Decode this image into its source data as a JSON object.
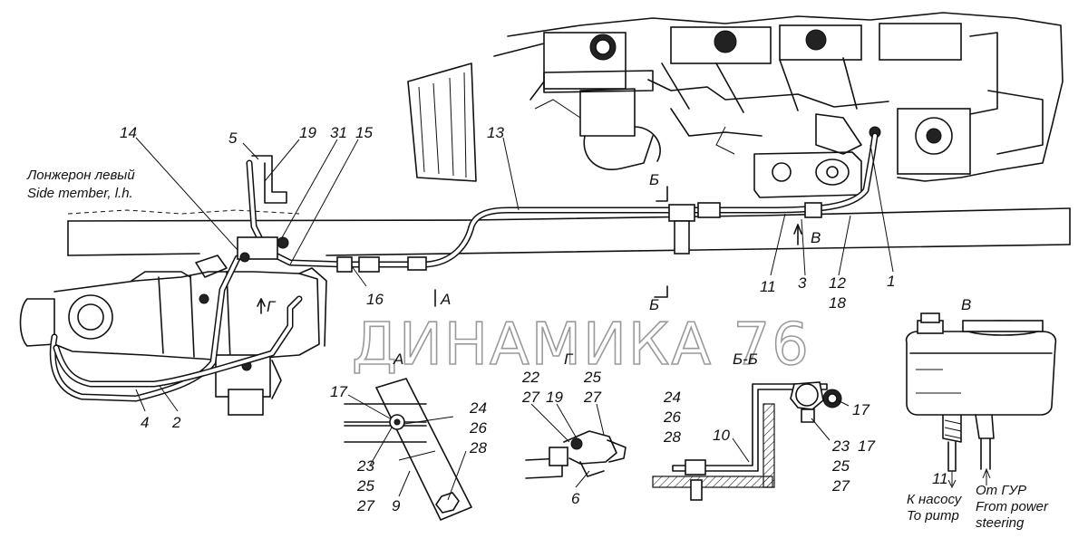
{
  "callouts": {
    "c14": "14",
    "c5": "5",
    "c19": "19",
    "c31": "31",
    "c15": "15",
    "c13": "13",
    "c16": "16",
    "c11": "11",
    "c3": "3",
    "c12": "12",
    "c18": "18",
    "c1": "1",
    "c4": "4",
    "c2": "2"
  },
  "side_member": {
    "ru": "Лонжерон левый",
    "en": "Side member, l.h."
  },
  "section_marks": {
    "b_top": "Б",
    "v_arrow": "В",
    "a_arrow": "А",
    "g_arrow": "Г",
    "b_bottom": "Б"
  },
  "watermark": "ДИНАМИКА 76",
  "view_a": {
    "title": "А",
    "labels": [
      "17",
      "23",
      "25",
      "27",
      "9",
      "24",
      "26",
      "28"
    ]
  },
  "view_g": {
    "title": "Г",
    "labels": [
      "22",
      "27",
      "19",
      "25",
      "27",
      "6"
    ]
  },
  "view_bb": {
    "title": "Б-Б",
    "labels": [
      "24",
      "26",
      "28",
      "10",
      "17",
      "23",
      "17",
      "25",
      "27"
    ]
  },
  "view_v": {
    "title": "В",
    "label_11": "11",
    "to_pump_ru": "К насосу",
    "to_pump_en": "To pump",
    "from_gur_ru": "От ГУР",
    "from_gur_en1": "From power",
    "from_gur_en2": "steering"
  }
}
